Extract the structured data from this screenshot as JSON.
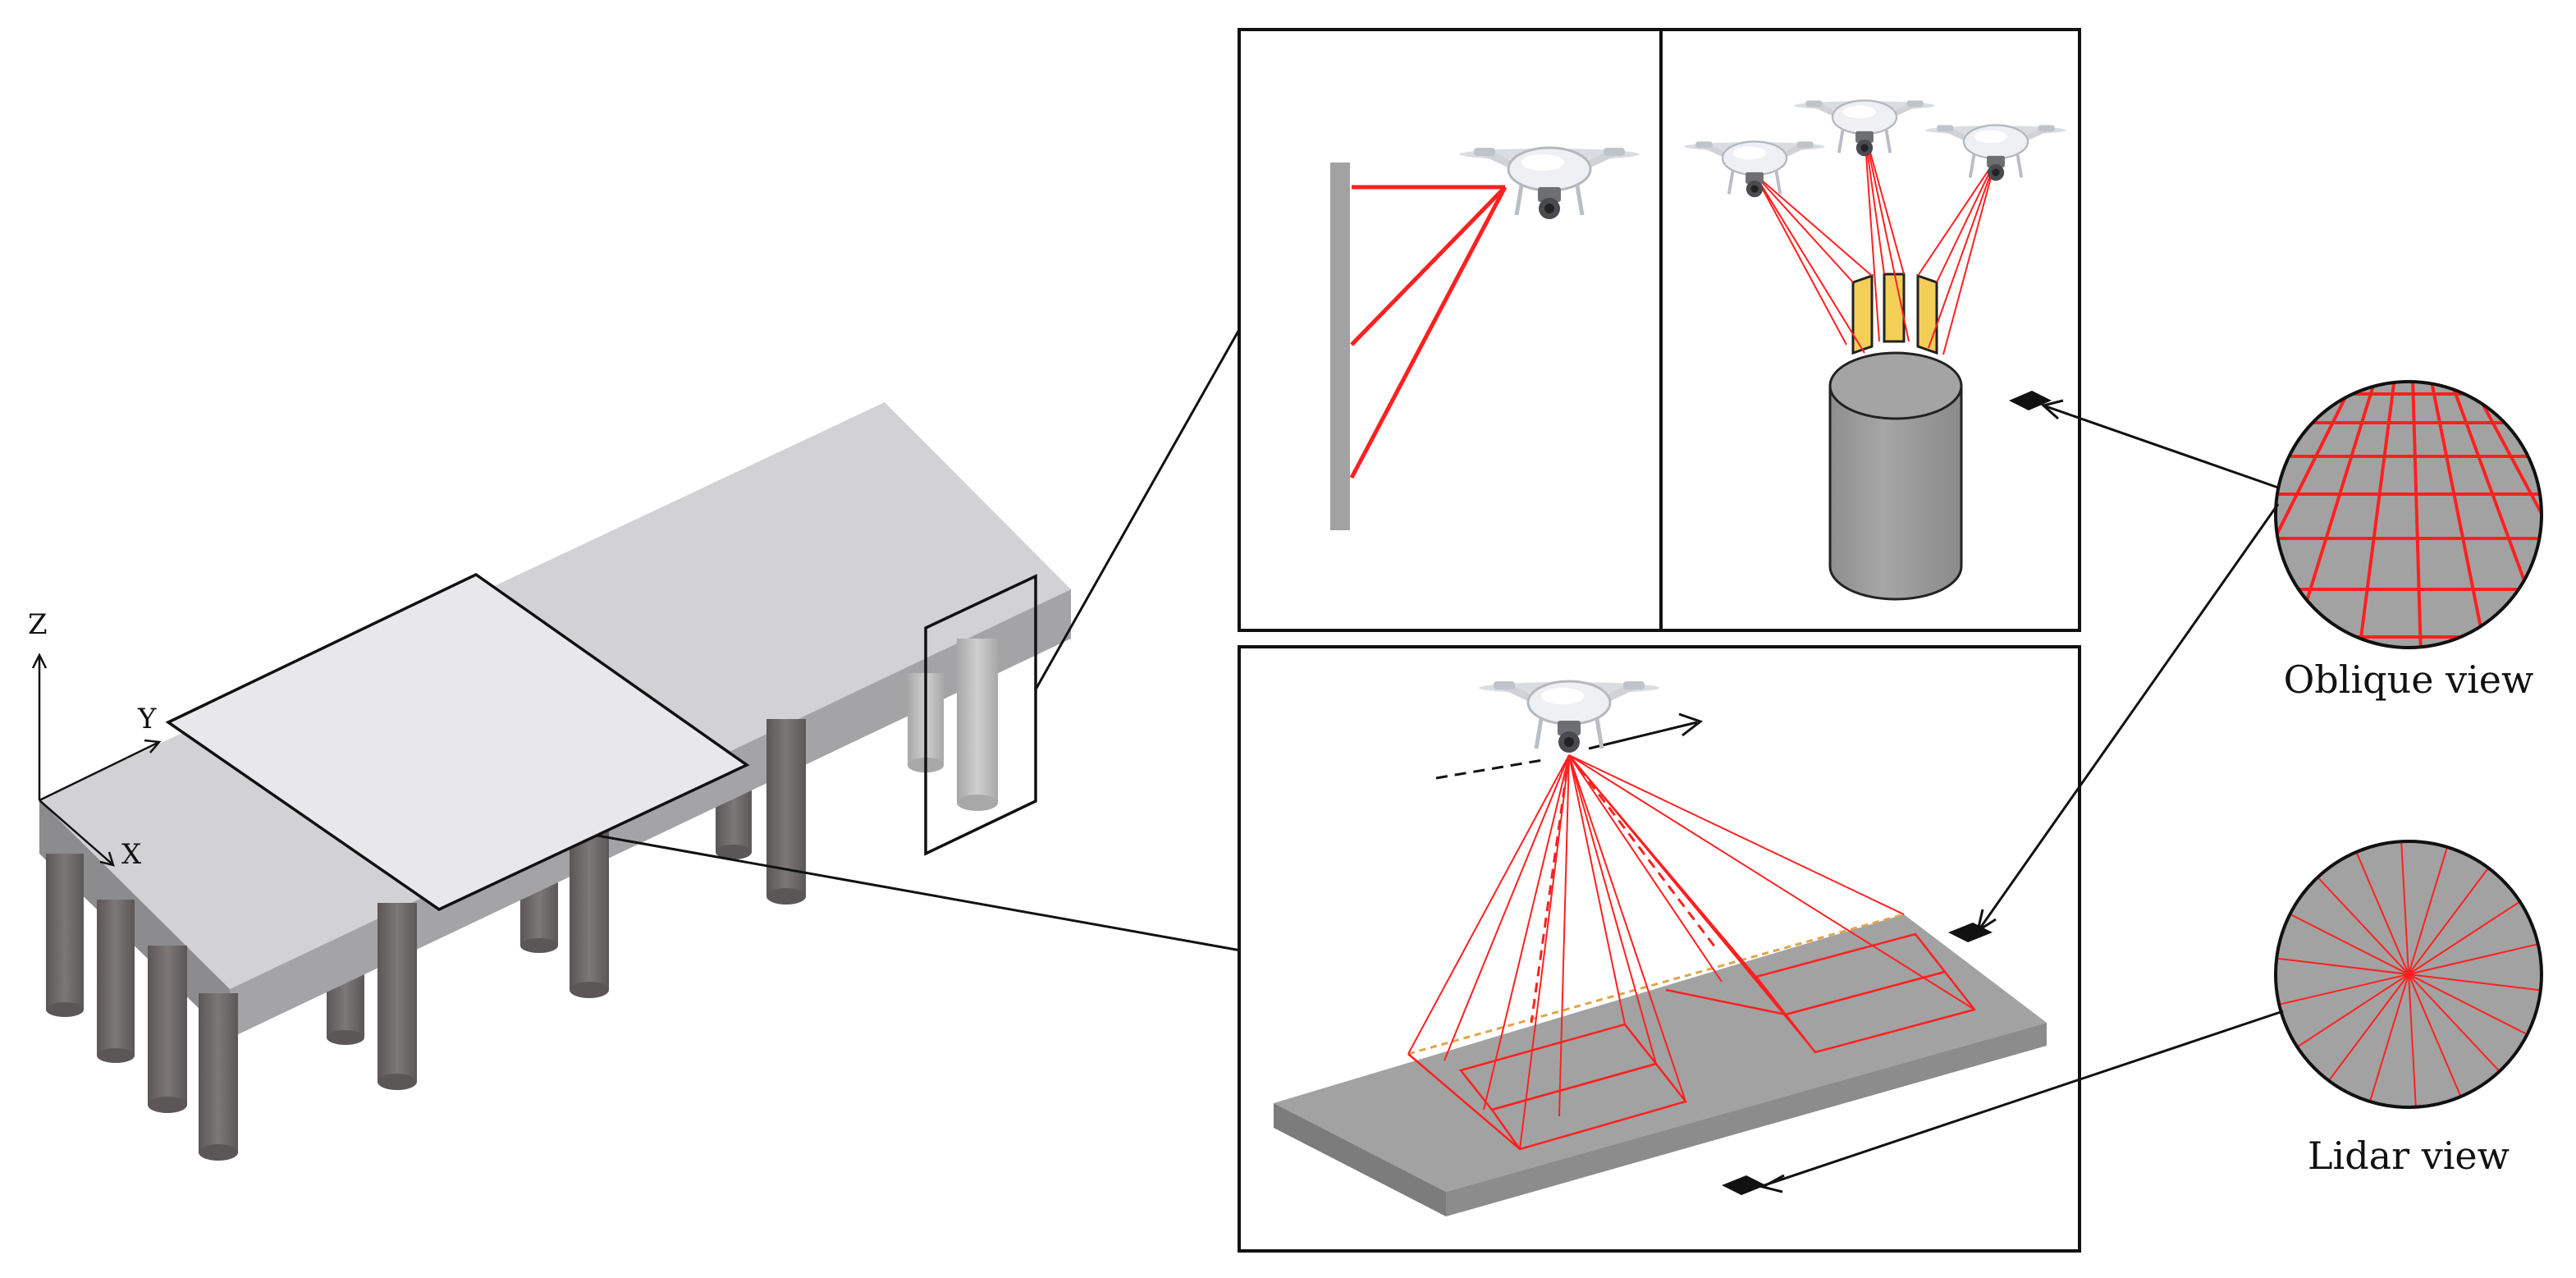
{
  "axes": {
    "x": "X",
    "y": "Y",
    "z": "Z"
  },
  "views": {
    "oblique": "Oblique view",
    "lidar": "Lidar view"
  },
  "colors": {
    "ray": "#ff2020",
    "deck_top": "#d2d2d4",
    "deck_side": "#a4a4a6",
    "deck_front": "#8c8c8e",
    "pier": "#6e6a6a",
    "pier_light": "#b8b8b8",
    "panel_fill": "#a2a2a2",
    "panel_patch": "#f3cf57",
    "frame": "#111111"
  }
}
